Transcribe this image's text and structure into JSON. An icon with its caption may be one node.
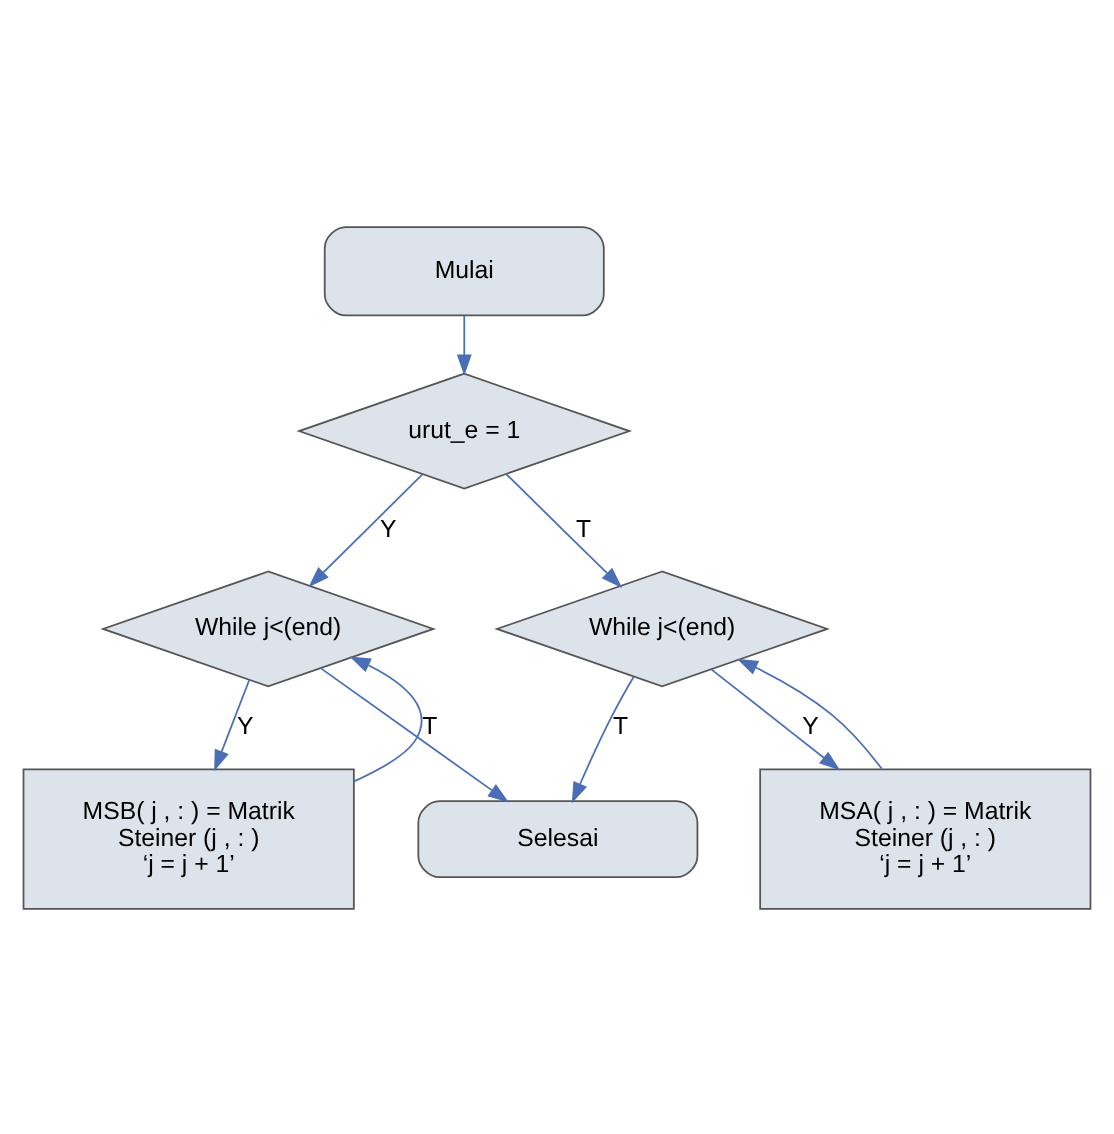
{
  "diagram": {
    "nodes": [
      {
        "text": [
          "Mulai"
        ]
      },
      {
        "text": [
          "urut_e = 1"
        ]
      },
      {
        "text": [
          "While j<(end)"
        ]
      },
      {
        "text": [
          "While j<(end)"
        ]
      },
      {
        "text": [
          "MSB( j , : ) = Matrik Steiner (j , : )",
          "‘j = j + 1’"
        ]
      },
      {
        "text": [
          "MSA( j , : ) = Matrik Steiner (j , : )",
          "‘j = j + 1’"
        ]
      },
      {
        "text": [
          "Selesai"
        ]
      }
    ],
    "edges": [
      {
        "from": 0,
        "to": 1,
        "arrow": "to"
      },
      {
        "from": 1,
        "to": 2,
        "arrow": "to",
        "label": "Y"
      },
      {
        "from": 1,
        "to": 3,
        "arrow": "to",
        "label": "T"
      },
      {
        "from": 2,
        "to": 4,
        "arrow": "to",
        "label": "Y"
      },
      {
        "from": 4,
        "to": 2,
        "arrow": "to"
      },
      {
        "from": 2,
        "to": 6,
        "arrow": "to",
        "label": "T"
      },
      {
        "from": 3,
        "to": 5,
        "arrow": "to",
        "label": "Y"
      },
      {
        "from": 5,
        "to": 3,
        "arrow": "to"
      },
      {
        "from": 3,
        "to": 6,
        "arrow": "to",
        "label": "T"
      }
    ]
  }
}
